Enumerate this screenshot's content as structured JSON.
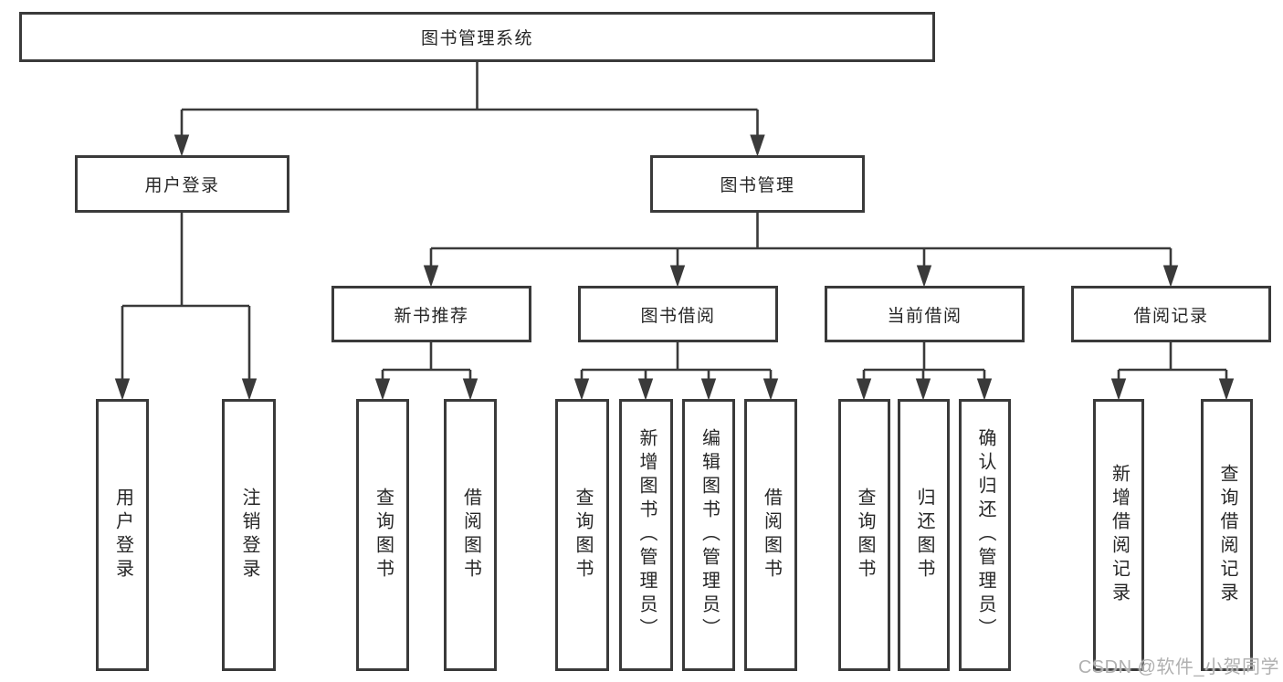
{
  "diagram": {
    "root": "图书管理系统",
    "branches": [
      {
        "label": "用户登录",
        "children": [
          "用户登录",
          "注销登录"
        ]
      },
      {
        "label": "图书管理",
        "sections": [
          {
            "label": "新书推荐",
            "children": [
              "查询图书",
              "借阅图书"
            ]
          },
          {
            "label": "图书借阅",
            "children": [
              "查询图书",
              "新增图书（管理员）",
              "编辑图书（管理员）",
              "借阅图书"
            ]
          },
          {
            "label": "当前借阅",
            "children": [
              "查询图书",
              "归还图书",
              "确认归还（管理员）"
            ]
          },
          {
            "label": "借阅记录",
            "children": [
              "新增借阅记录",
              "查询借阅记录"
            ]
          }
        ]
      }
    ]
  },
  "watermark": "CSDN @软件_小贺同学",
  "colors": {
    "line": "#3a3a3a",
    "box_border": "#3a3a3a",
    "text": "#262626",
    "watermark": "#b0b0b0",
    "background": "#ffffff"
  }
}
